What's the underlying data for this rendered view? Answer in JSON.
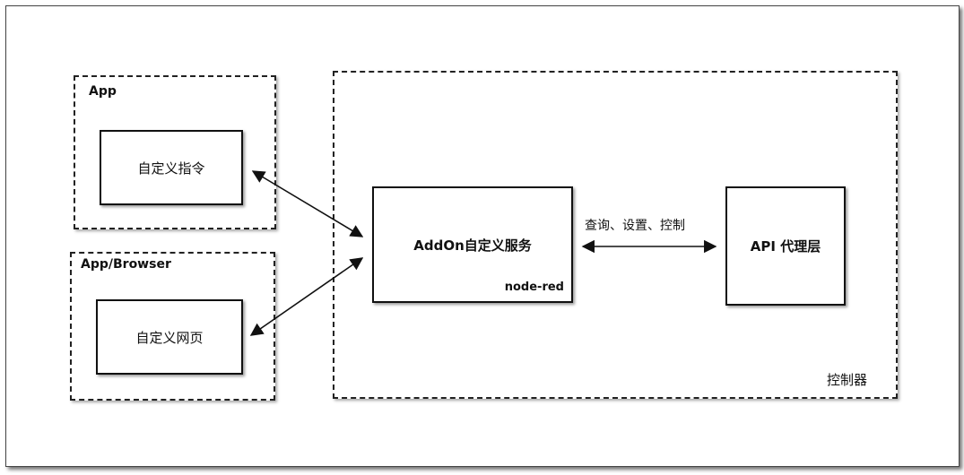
{
  "groups": {
    "app": {
      "label": "App"
    },
    "browser": {
      "label": "App/Browser"
    },
    "controller": {
      "label": "控制器"
    }
  },
  "nodes": {
    "custom_command": {
      "label": "自定义指令"
    },
    "custom_webpage": {
      "label": "自定义网页"
    },
    "addon_service": {
      "label": "AddOn自定义服务",
      "sublabel": "node-red"
    },
    "api_proxy": {
      "label": "API 代理层"
    }
  },
  "edges": {
    "addon_to_api": {
      "label": "查询、设置、控制"
    }
  }
}
